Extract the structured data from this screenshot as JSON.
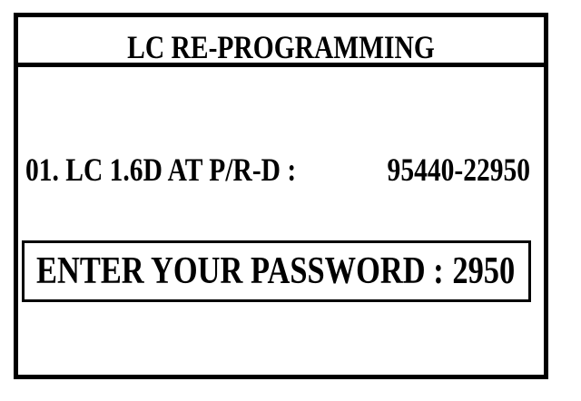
{
  "panel": {
    "title": "LC RE-PROGRAMMING",
    "item": {
      "label": "01. LC 1.6D AT P/R-D :",
      "part_number": "95440-22950"
    },
    "password": {
      "label": "ENTER YOUR PASSWORD :",
      "value": "2950"
    }
  },
  "colors": {
    "foreground": "#000000",
    "background": "#ffffff"
  }
}
